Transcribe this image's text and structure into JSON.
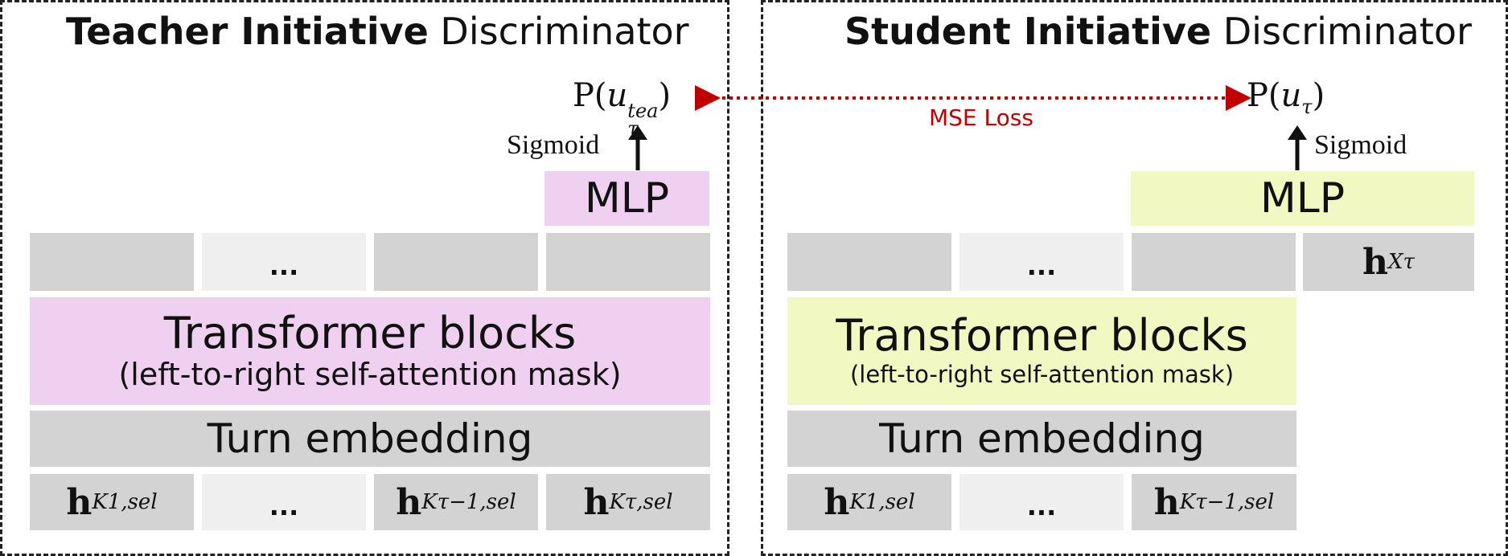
{
  "teacher": {
    "title_bold": "Teacher Initiative",
    "title_rest": " Discriminator",
    "output": {
      "prefix": "P(",
      "var": "u",
      "sup": "tea",
      "sub": "τ",
      "suffix": ")"
    },
    "activation": "Sigmoid",
    "mlp": "MLP",
    "ellipsis": "...",
    "transformer_title": "Transformer blocks",
    "transformer_sub": "(left-to-right self-attention mask)",
    "turn_embedding": "Turn embedding",
    "inputs": [
      {
        "h": "h",
        "sup": "K1,sel"
      },
      {
        "h": "...",
        "sup": ""
      },
      {
        "h": "h",
        "sup": "Kτ−1,sel"
      },
      {
        "h": "h",
        "sup": "Kτ,sel"
      }
    ]
  },
  "student": {
    "title_bold": "Student Initiative",
    "title_rest": " Discriminator",
    "output": {
      "prefix": "P(",
      "var": "u",
      "sub": "τ",
      "suffix": ")"
    },
    "activation": "Sigmoid",
    "mlp": "MLP",
    "ellipsis": "...",
    "hidden_h": "h",
    "hidden_sup": "Xτ",
    "transformer_title": "Transformer blocks",
    "transformer_sub": "(left-to-right self-attention mask)",
    "turn_embedding": "Turn embedding",
    "inputs": [
      {
        "h": "h",
        "sup": "K1,sel"
      },
      {
        "h": "...",
        "sup": ""
      },
      {
        "h": "h",
        "sup": "Kτ−1,sel"
      }
    ]
  },
  "loss_label": "MSE Loss",
  "colors": {
    "teacher_accent": "#f0d0f0",
    "student_accent": "#f2f8c2",
    "gray": "#d3d3d3",
    "loss": "#c00000"
  }
}
